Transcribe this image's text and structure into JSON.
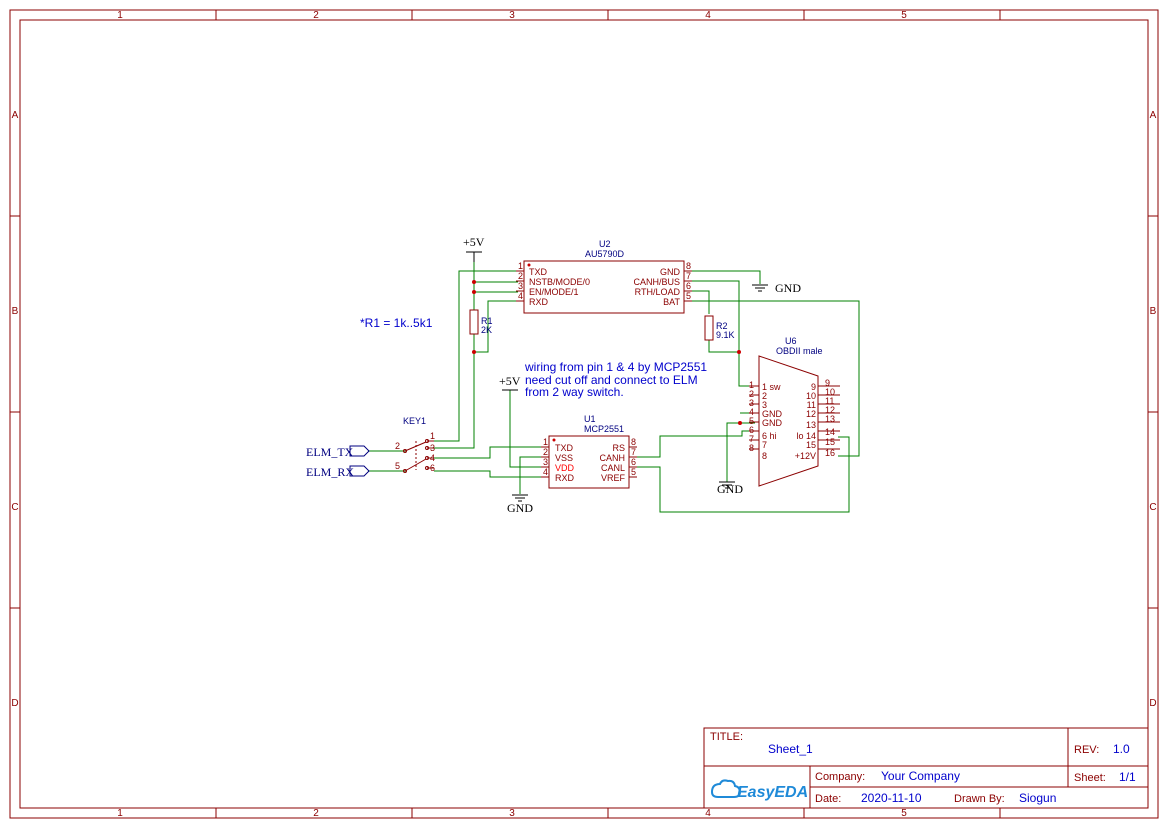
{
  "frame": {
    "columns": [
      "1",
      "2",
      "3",
      "4",
      "5"
    ],
    "rows": [
      "A",
      "B",
      "C",
      "D"
    ]
  },
  "title_block": {
    "title_label": "TITLE:",
    "title_value": "Sheet_1",
    "rev_label": "REV:",
    "rev_value": "1.0",
    "company_label": "Company:",
    "company_value": "Your Company",
    "sheet_label": "Sheet:",
    "sheet_value": "1/1",
    "date_label": "Date:",
    "date_value": "2020-11-10",
    "drawn_label": "Drawn By:",
    "drawn_value": "Siogun",
    "logo_text": "EasyEDA"
  },
  "u2": {
    "ref": "U2",
    "part": "AU5790D",
    "left_pins": [
      {
        "num": "1",
        "name": "TXD"
      },
      {
        "num": "2",
        "name": "NSTB/MODE/0"
      },
      {
        "num": "3",
        "name": "EN/MODE/1"
      },
      {
        "num": "4",
        "name": "RXD"
      }
    ],
    "right_pins": [
      {
        "num": "8",
        "name": "GND"
      },
      {
        "num": "7",
        "name": "CANH/BUS"
      },
      {
        "num": "6",
        "name": "RTH/LOAD"
      },
      {
        "num": "5",
        "name": "BAT"
      }
    ]
  },
  "u1": {
    "ref": "U1",
    "part": "MCP2551",
    "left_pins": [
      {
        "num": "1",
        "name": "TXD"
      },
      {
        "num": "2",
        "name": "VSS"
      },
      {
        "num": "3",
        "name": "VDD"
      },
      {
        "num": "4",
        "name": "RXD"
      }
    ],
    "right_pins": [
      {
        "num": "8",
        "name": "RS"
      },
      {
        "num": "7",
        "name": "CANH"
      },
      {
        "num": "6",
        "name": "CANL"
      },
      {
        "num": "5",
        "name": "VREF"
      }
    ]
  },
  "u6": {
    "ref": "U6",
    "part": "OBDII male",
    "left_pins": [
      {
        "num": "1",
        "name": "sw"
      },
      {
        "num": "2",
        "name": "2"
      },
      {
        "num": "3",
        "name": "3"
      },
      {
        "num": "4",
        "name": "GND"
      },
      {
        "num": "5",
        "name": "GND"
      },
      {
        "num": "6",
        "name": "hi"
      },
      {
        "num": "7",
        "name": "7"
      },
      {
        "num": "8",
        "name": "8"
      }
    ],
    "right_pins": [
      {
        "num": "9",
        "name": "9"
      },
      {
        "num": "10",
        "name": "10"
      },
      {
        "num": "11",
        "name": "11"
      },
      {
        "num": "12",
        "name": "12"
      },
      {
        "num": "13",
        "name": "13"
      },
      {
        "num": "14",
        "name": "lo"
      },
      {
        "num": "15",
        "name": "15"
      },
      {
        "num": "16",
        "name": "+12V"
      }
    ]
  },
  "r1": {
    "ref": "R1",
    "value": "2K"
  },
  "r2": {
    "ref": "R2",
    "value": "9.1K"
  },
  "key1": {
    "ref": "KEY1",
    "pins": [
      "1",
      "2",
      "3",
      "4",
      "5",
      "6"
    ]
  },
  "power": {
    "vcc_top": "+5V",
    "vcc_mid": "+5V",
    "gnd_u2": "GND",
    "gnd_u1": "GND",
    "gnd_u6": "GND"
  },
  "nets": {
    "elm_tx": "ELM_TX",
    "elm_rx": "ELM_RX"
  },
  "notes": {
    "r1_note": "*R1 = 1k..5k1",
    "wiring_line1": "wiring from pin 1 & 4 by MCP2551",
    "wiring_line2": "need cut off and connect to ELM",
    "wiring_line3": "from 2 way switch."
  }
}
